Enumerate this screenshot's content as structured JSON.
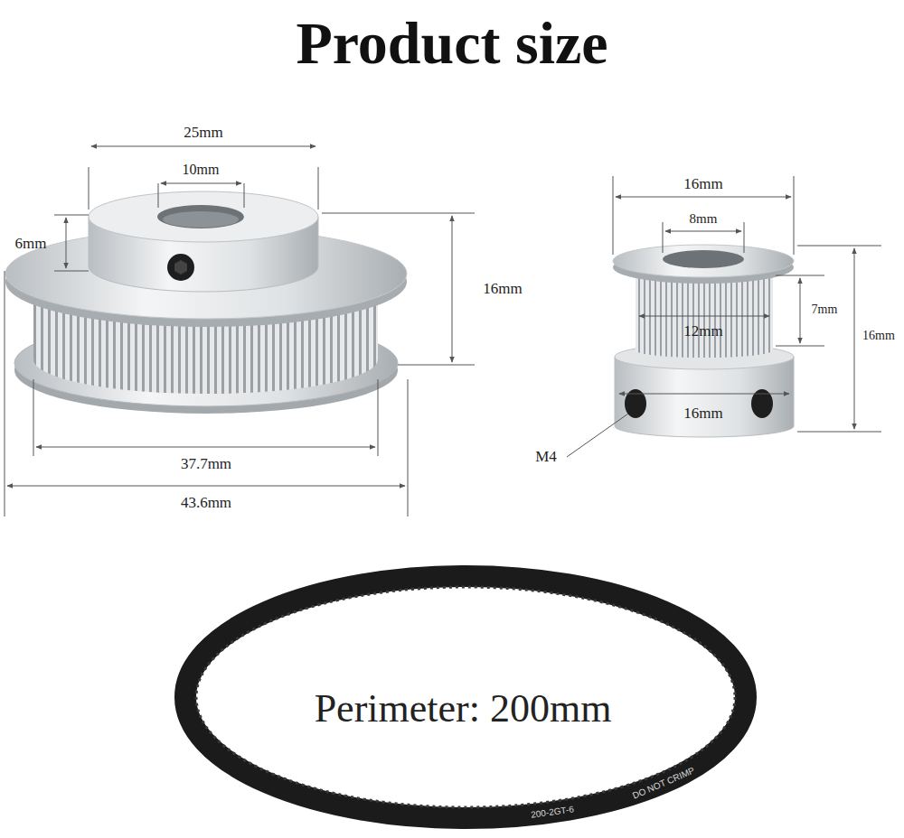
{
  "diagram": {
    "title": "Product size",
    "labels": [
      "25mm",
      "10mm",
      "6mm",
      "16mm",
      "37.7mm",
      "43.6mm",
      "16mm",
      "8mm",
      "7mm",
      "12mm",
      "16mm",
      "16mm",
      "M4",
      "Perimeter: 200mm",
      "DO NOT CRIMP",
      "200-2GT-6"
    ]
  }
}
